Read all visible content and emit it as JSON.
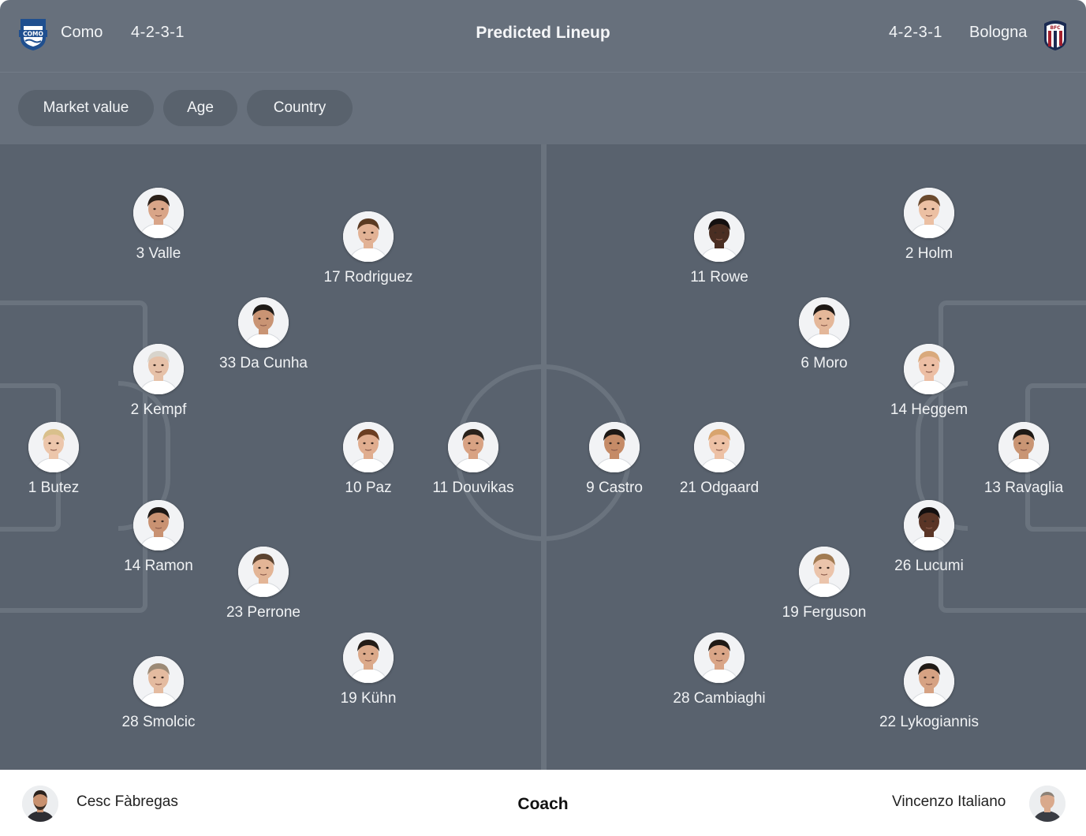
{
  "header": {
    "title": "Predicted Lineup",
    "home_team": "Como",
    "home_formation": "4-2-3-1",
    "away_team": "Bologna",
    "away_formation": "4-2-3-1",
    "home_crest_text": "COMO",
    "away_crest_text": "BFC"
  },
  "filters": [
    "Market value",
    "Age",
    "Country"
  ],
  "home_players": [
    {
      "label": "3 Valle",
      "skin": "#d9a588",
      "hair": "#2b2019"
    },
    {
      "label": "17 Rodriguez",
      "skin": "#e2b295",
      "hair": "#5a3a22"
    },
    {
      "label": "33 Da Cunha",
      "skin": "#c99474",
      "hair": "#1e1a17"
    },
    {
      "label": "2 Kempf",
      "skin": "#e6c1a8",
      "hair": "#d8d4cc"
    },
    {
      "label": "1 Butez",
      "skin": "#ecc6ab",
      "hair": "#d9c08c"
    },
    {
      "label": "10 Paz",
      "skin": "#e0ad8f",
      "hair": "#6b3e22"
    },
    {
      "label": "11 Douvikas",
      "skin": "#d8a283",
      "hair": "#2a221b"
    },
    {
      "label": "14 Ramon",
      "skin": "#c99272",
      "hair": "#1d1815"
    },
    {
      "label": "23 Perrone",
      "skin": "#e3b596",
      "hair": "#5b4330"
    },
    {
      "label": "19 Kühn",
      "skin": "#dba98a",
      "hair": "#231c17"
    },
    {
      "label": "28 Smolcic",
      "skin": "#e4bba0",
      "hair": "#9c8a76"
    }
  ],
  "away_players": [
    {
      "label": "11 Rowe",
      "skin": "#4a2e22",
      "hair": "#141010"
    },
    {
      "label": "2 Holm",
      "skin": "#ecc0a3",
      "hair": "#6b4a2e"
    },
    {
      "label": "6 Moro",
      "skin": "#e4b799",
      "hair": "#1d1815"
    },
    {
      "label": "14 Heggem",
      "skin": "#ecbea4",
      "hair": "#d9a97c"
    },
    {
      "label": "9 Castro",
      "skin": "#c58b67",
      "hair": "#1d1815"
    },
    {
      "label": "21 Odgaard",
      "skin": "#edc1a5",
      "hair": "#d8a46e"
    },
    {
      "label": "13 Ravaglia",
      "skin": "#c99574",
      "hair": "#1f1a16"
    },
    {
      "label": "26 Lucumi",
      "skin": "#5a3526",
      "hair": "#141010"
    },
    {
      "label": "19 Ferguson",
      "skin": "#ebc4ab",
      "hair": "#a17b52"
    },
    {
      "label": "28 Cambiaghi",
      "skin": "#d9a587",
      "hair": "#1f1a16"
    },
    {
      "label": "22 Lykogiannis",
      "skin": "#d6a283",
      "hair": "#1f1a16"
    }
  ],
  "coach": {
    "label": "Coach",
    "home": "Cesc Fàbregas",
    "away": "Vincenzo Italiano"
  },
  "colors": {
    "header_bg": "#67707c",
    "pitch_bg": "#59626e",
    "pitch_lines": "#6a737e",
    "chip_bg": "#59626d",
    "como_blue": "#1f4f8f",
    "bologna_red": "#a4202d",
    "bologna_blue": "#1a2a52"
  },
  "icons": [
    "como-crest-icon",
    "bologna-crest-icon",
    "player-photo",
    "coach-photo"
  ]
}
